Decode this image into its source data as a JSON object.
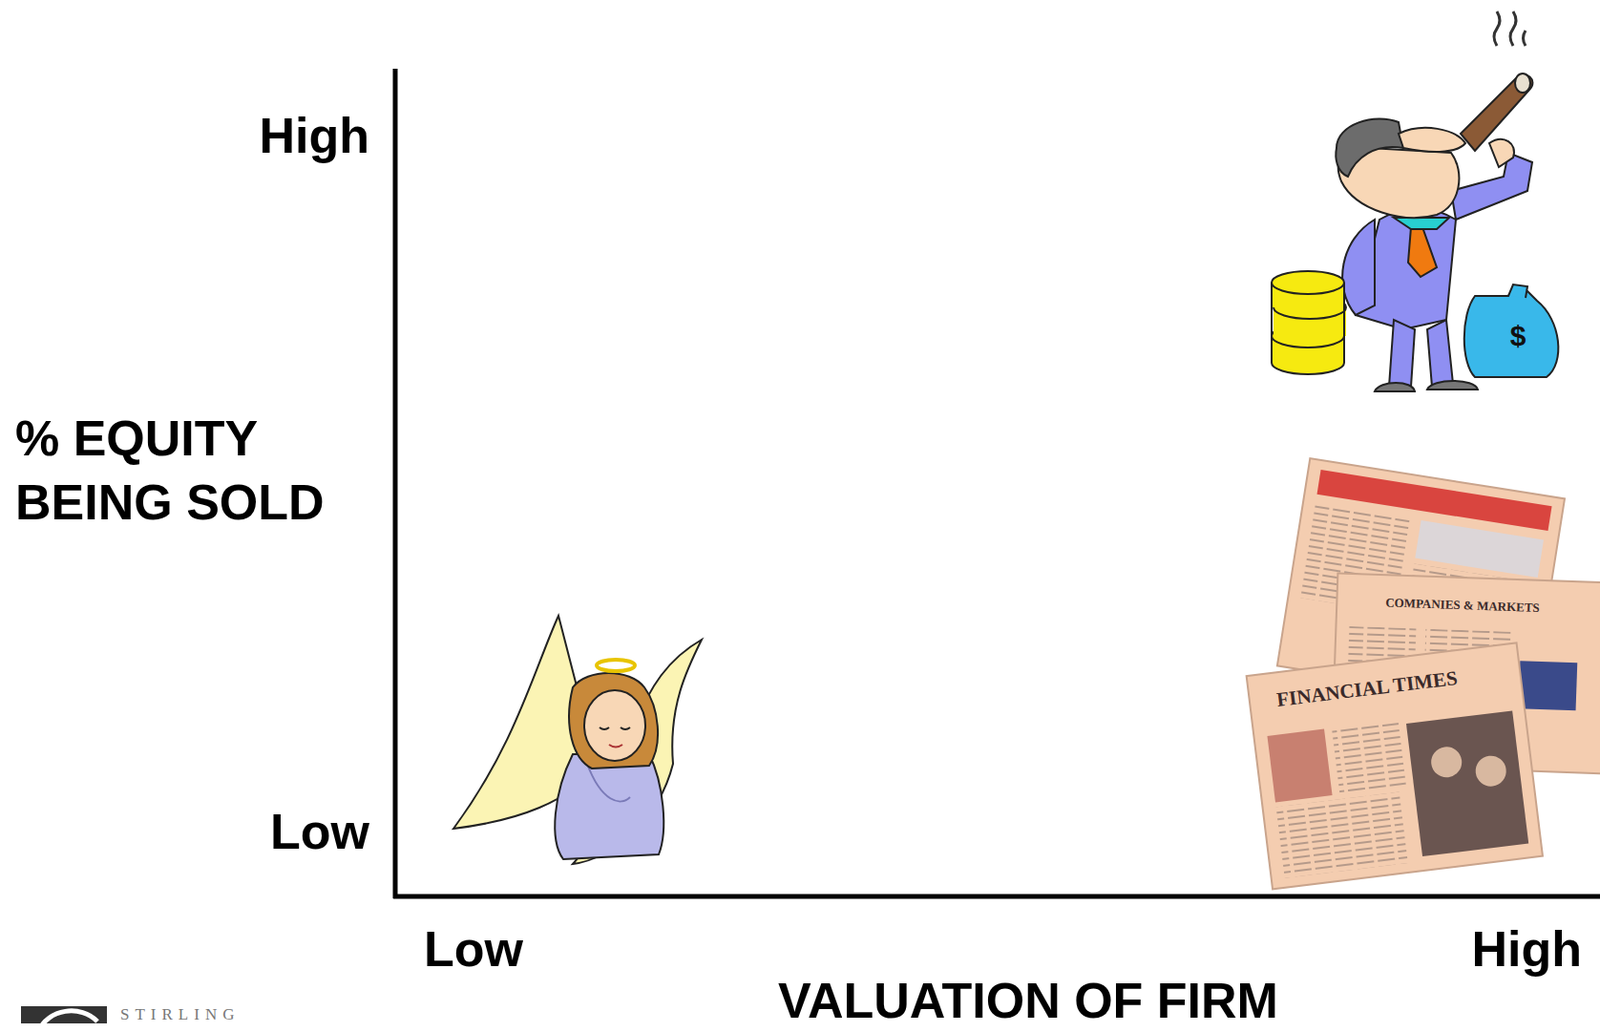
{
  "diagram": {
    "labels": [
      "High",
      "Low",
      "% EQUITY BEING SOLD",
      "Low",
      "High",
      "VALUATION OF FIRM",
      "STIRLING",
      "COMPANIES & MARKETS",
      "FINANCIAL TIMES",
      "$"
    ]
  }
}
